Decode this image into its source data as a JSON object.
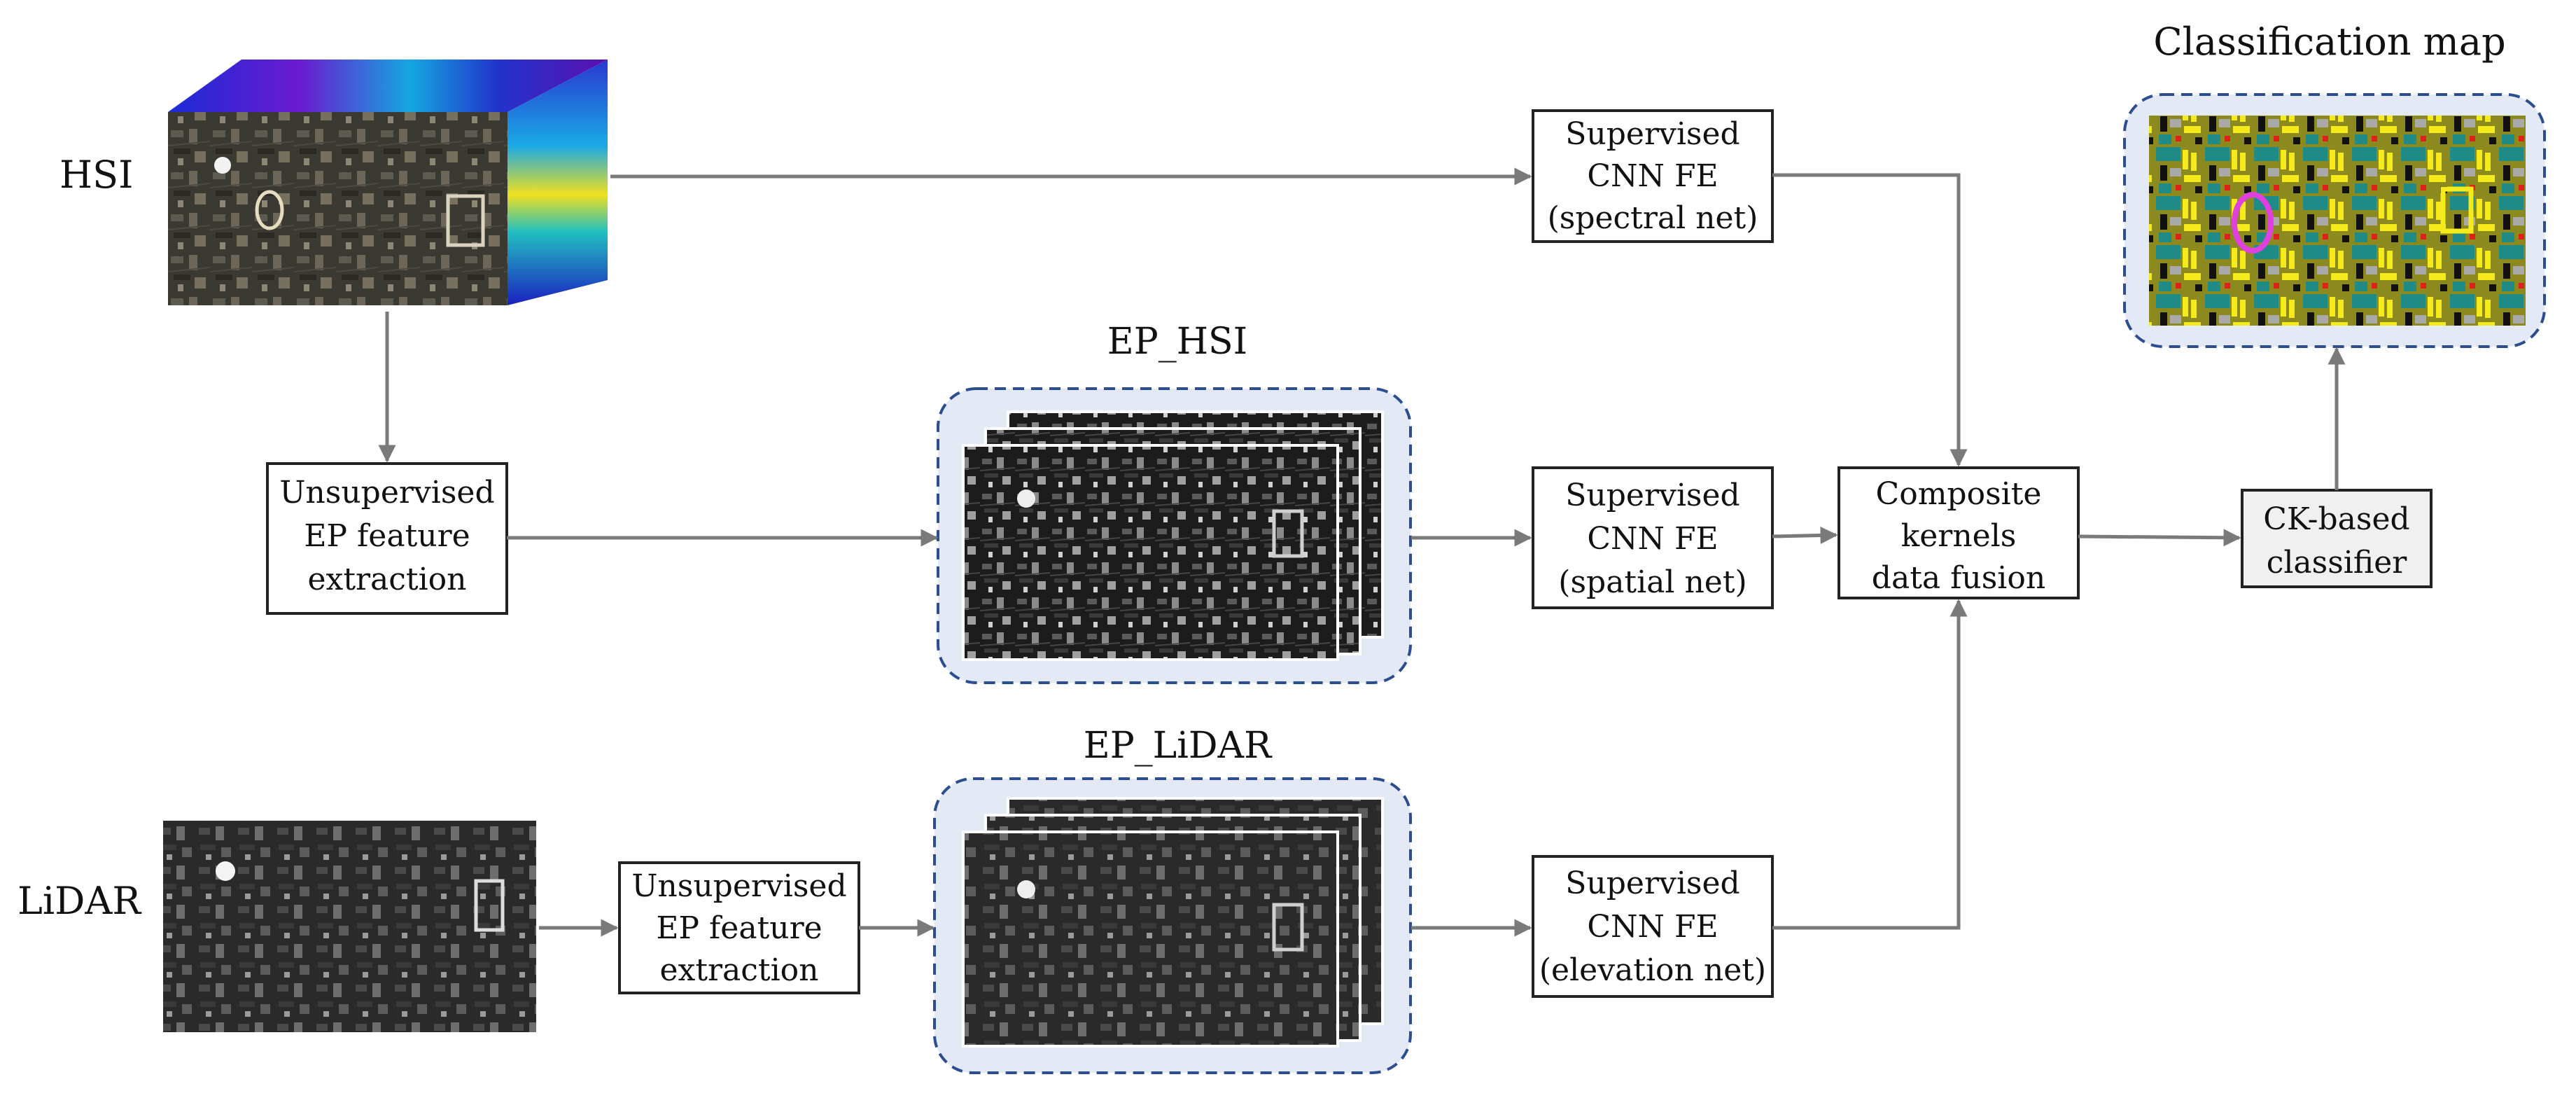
{
  "inputs": {
    "hsi_label": "HSI",
    "lidar_label": "LiDAR"
  },
  "boxes": {
    "spectral": [
      "Supervised",
      "CNN FE",
      "(spectral net)"
    ],
    "spatial": [
      "Supervised",
      "CNN FE",
      "(spatial net)"
    ],
    "elevation": [
      "Supervised",
      "CNN FE",
      "(elevation net)"
    ],
    "ep_hsi_extract": [
      "Unsupervised",
      "EP feature",
      "extraction"
    ],
    "ep_lidar_extract": [
      "Unsupervised",
      "EP feature",
      "extraction"
    ],
    "fusion": [
      "Composite",
      "kernels",
      "data fusion"
    ],
    "classifier": [
      "CK-based",
      "classifier"
    ]
  },
  "panels": {
    "ep_hsi_title": "EP_HSI",
    "ep_lidar_title": "EP_LiDAR",
    "map_title": "Classification map"
  },
  "colors": {
    "arrow": "#7a7a7a",
    "panel_fill": "#e3e9f5",
    "panel_border": "#2c4d8f",
    "classifier_fill": "#f0f0f0"
  }
}
